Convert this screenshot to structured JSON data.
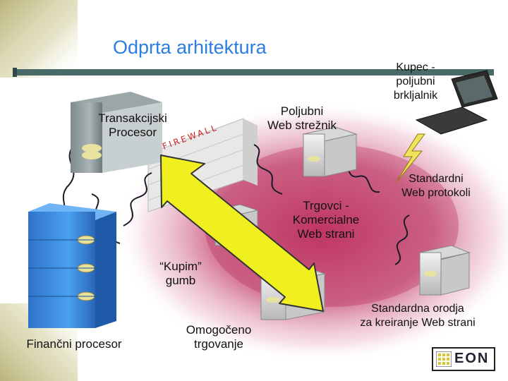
{
  "slide": {
    "title": "Odprta arhitektura",
    "firewall_text": "FIREWALL",
    "logo_text": "EON"
  },
  "labels": {
    "transaction_processor": "Transakcijski\nProcesor",
    "web_server": "Poljubni\nWeb strežnik",
    "buyer_browser": "Kupec -\npoljubni\nbrkljalnik",
    "web_protocols": "Standardni\nWeb protokoli",
    "merchants": "Trgovci -\nKomercialne\nWeb strani",
    "buy_button": "“Kupim”\ngumb",
    "financial_processor": "Finančni procesor",
    "enabled_trading": "Omogočeno\ntrgovanje",
    "standard_tools": "Standardna orodja\nza kreiranje Web strani"
  },
  "colors": {
    "title": "#2a7ee0",
    "accent_line": "#4a6a68",
    "cloud": "#c0305e",
    "arrow": "#f0f020",
    "firewall": "#cc2222",
    "processor_blue": "#3a8fe8"
  }
}
